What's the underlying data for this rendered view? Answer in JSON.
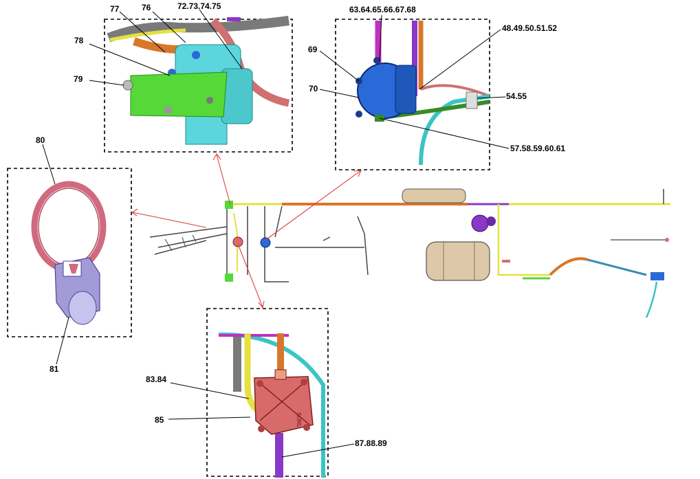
{
  "callouts": {
    "c77": "77",
    "c76": "76",
    "c72_75": "72.73.74.75",
    "c78": "78",
    "c79": "79",
    "c63_68": "63.64.65.66.67.68",
    "c48_52": "48.49.50.51.52",
    "c69": "69",
    "c70": "70",
    "c54_55": "54.55",
    "c57_61": "57.58.59.60.61",
    "c80": "80",
    "c81": "81",
    "c83_84": "83.84",
    "c85": "85",
    "c87_89": "87.88.89"
  },
  "parts": {
    "valve_stamp": "SORL"
  },
  "colors": {
    "frame": "#000000",
    "pointer": "#e04040",
    "orange_pipe": "#d8772a",
    "yellow_pipe": "#e6e040",
    "purple_pipe": "#8a38c8",
    "cyan_pipe": "#3cc4c4",
    "blue_valve": "#2a6ad8",
    "green_bracket": "#55d838",
    "red_valve": "#d86a6a",
    "tank": "#ddc9a8",
    "clamp_band": "#d06a80",
    "clamp_body": "#a39ad8"
  }
}
